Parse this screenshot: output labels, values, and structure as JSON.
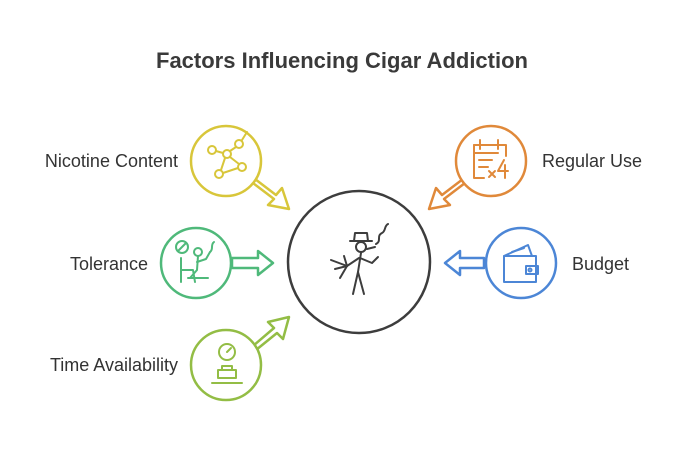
{
  "title": "Factors Influencing Cigar Addiction",
  "center": {
    "icon": "person-smoking-cigar-icon"
  },
  "factors": [
    {
      "label": "Nicotine Content",
      "icon": "molecule-icon",
      "color": "#D8C63A"
    },
    {
      "label": "Tolerance",
      "icon": "person-tolerance-icon",
      "color": "#4FB97A"
    },
    {
      "label": "Time Availability",
      "icon": "clock-desk-icon",
      "color": "#93BD45"
    },
    {
      "label": "Regular Use",
      "icon": "calendar-times-four-icon",
      "color": "#E0893A"
    },
    {
      "label": "Budget",
      "icon": "wallet-icon",
      "color": "#4C86D6"
    }
  ],
  "colors": {
    "center_stroke": "#3d3d3d",
    "text": "#333333"
  }
}
